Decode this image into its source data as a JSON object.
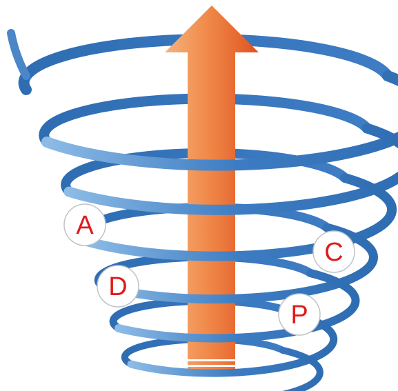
{
  "diagram": {
    "badges": [
      {
        "id": "A",
        "label": "A"
      },
      {
        "id": "C",
        "label": "C"
      },
      {
        "id": "D",
        "label": "D"
      },
      {
        "id": "P",
        "label": "P"
      }
    ],
    "colors": {
      "spiral_dark": "#2f6db3",
      "spiral_light": "#8cbbe6",
      "arrow_light": "#f7b07a",
      "arrow_dark": "#e0521f",
      "badge_text": "#e01b1b"
    },
    "icons": {
      "spiral": "helix-spiral",
      "arrow": "up-arrow"
    }
  }
}
